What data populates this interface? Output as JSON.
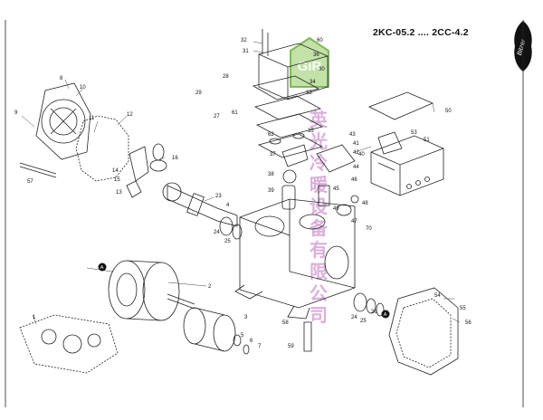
{
  "header": {
    "model_range": "2KC-05.2 .... 2CC-4.2"
  },
  "logo_text": "Bitzer",
  "watermark": {
    "logo_text": "GiR",
    "chars": [
      "英",
      "光",
      "冷",
      "暖",
      "设",
      "备",
      "有",
      "限",
      "公",
      "司"
    ]
  },
  "callouts": {
    "c1": "1",
    "c2": "2",
    "c3": "3",
    "c4": "4",
    "c5": "5",
    "c6": "6",
    "c7": "7",
    "c8": "8",
    "c9": "9",
    "c10": "10",
    "c11": "11",
    "c12": "12",
    "c13": "13",
    "c14": "14",
    "c15": "15",
    "c16": "16",
    "c23": "23",
    "c24": "24",
    "c25": "25",
    "c24b": "24",
    "c25b": "25",
    "c26": "26",
    "c27": "27",
    "c28": "28",
    "c29": "29",
    "c30": "30",
    "c31": "31",
    "c32": "32",
    "c33": "33",
    "c34": "34",
    "c35": "35",
    "c36": "36",
    "c37": "37",
    "c38": "38",
    "c39": "39",
    "c40": "40",
    "c41": "41",
    "c42": "42",
    "c43": "43",
    "c44": "44",
    "c45": "45",
    "c46": "46",
    "c47": "47",
    "c48": "48",
    "c49": "49",
    "c50": "50",
    "c51": "51",
    "c53": "53",
    "c54": "54",
    "c55": "55",
    "c56": "56",
    "c57": "57",
    "c58": "58",
    "c59": "59",
    "c60": "60",
    "c61": "61",
    "c62": "62",
    "c70": "70",
    "cA1": "A",
    "cA2": "A"
  }
}
